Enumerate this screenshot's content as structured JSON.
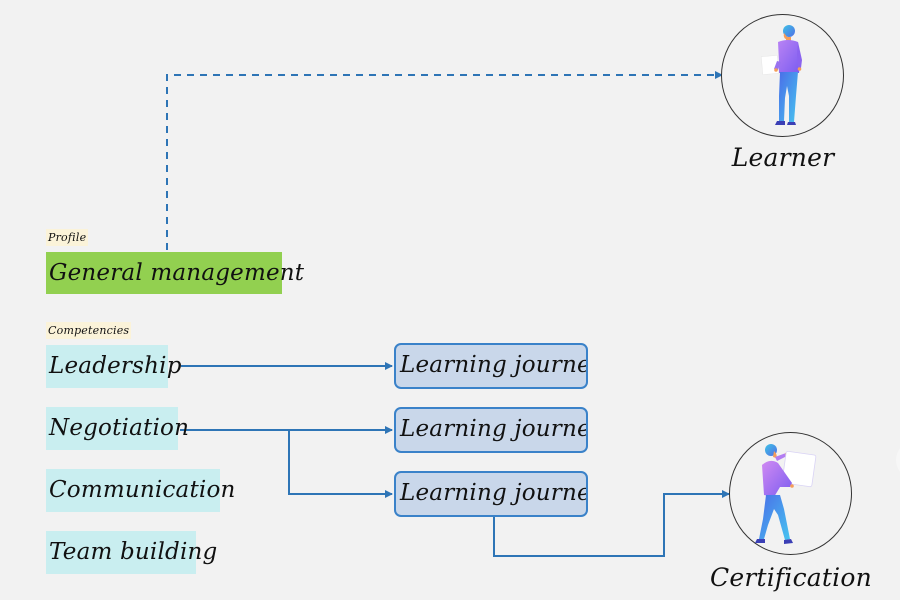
{
  "profile": {
    "tag": "Profile",
    "value": "General management"
  },
  "competencies": {
    "tag": "Competencies",
    "items": [
      {
        "label": "Leadership"
      },
      {
        "label": "Negotiation"
      },
      {
        "label": "Communication"
      },
      {
        "label": "Team building"
      }
    ]
  },
  "journeys": [
    {
      "label": "Learning journey"
    },
    {
      "label": "Learning journey"
    },
    {
      "label": "Learning journey"
    }
  ],
  "nodes": {
    "learner": {
      "label": "Learner",
      "icon": "learner-person-icon"
    },
    "certification": {
      "label": "Certification",
      "icon": "person-carrying-certificate-icon"
    }
  },
  "colors": {
    "background": "#f2f2f2",
    "profile_fill": "#92d050",
    "competency_fill": "#c9eef0",
    "tag_fill": "#fbf3d9",
    "journey_fill": "#c9d7ea",
    "journey_border": "#3a82c9",
    "connector": "#2e75b6"
  }
}
